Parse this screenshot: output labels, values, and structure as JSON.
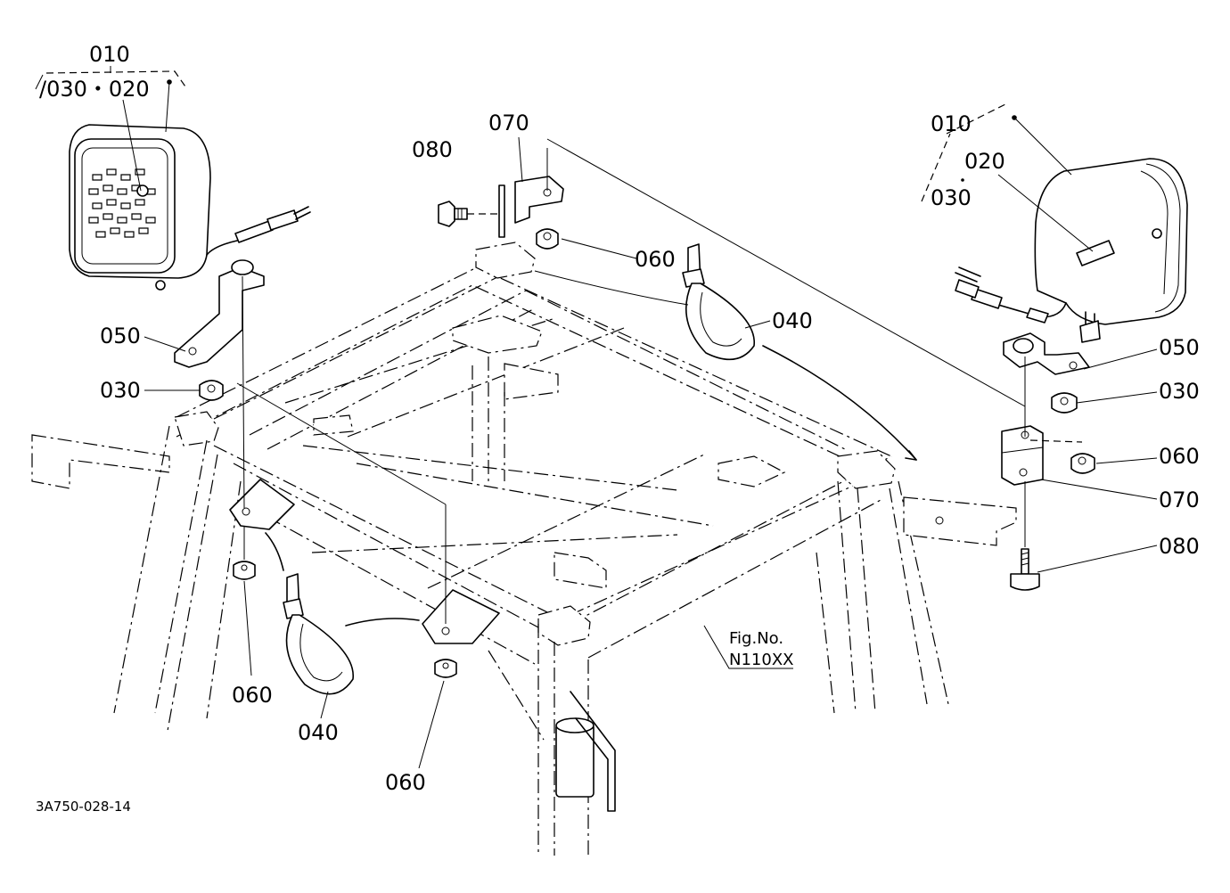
{
  "diagram": {
    "left_lamp": {
      "assembly": "010",
      "sub": "/030・020"
    },
    "right_lamp": {
      "assembly": "010",
      "sub_a": "020",
      "sub_b": "030"
    },
    "callouts": {
      "c070_top": "070",
      "c080_top": "080",
      "c060_top": "060",
      "c040_center": "040",
      "c050_left": "050",
      "c030_left": "030",
      "c060_left": "060",
      "c040_left": "040",
      "c060_bottom": "060",
      "c050_right": "050",
      "c030_right": "030",
      "c060_right": "060",
      "c070_right": "070",
      "c080_right": "080"
    },
    "fig_label": "Fig.No.",
    "fig_number": "N110XX",
    "drawing_code": "3A750-028-14"
  }
}
